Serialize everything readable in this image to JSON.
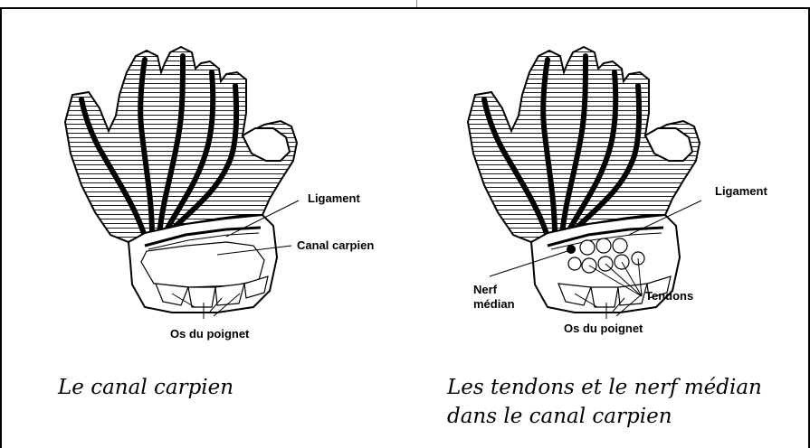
{
  "figures": [
    {
      "labels": {
        "ligament": "Ligament",
        "canal": "Canal carpien",
        "bones": "Os du poignet"
      },
      "caption": "Le canal carpien"
    },
    {
      "labels": {
        "ligament": "Ligament",
        "nerve_line1": "Nerf",
        "nerve_line2": "médian",
        "tendons": "Tendons",
        "bones": "Os du poignet"
      },
      "caption_line1": "Les tendons et le nerf médian",
      "caption_line2": "dans le canal carpien"
    }
  ]
}
